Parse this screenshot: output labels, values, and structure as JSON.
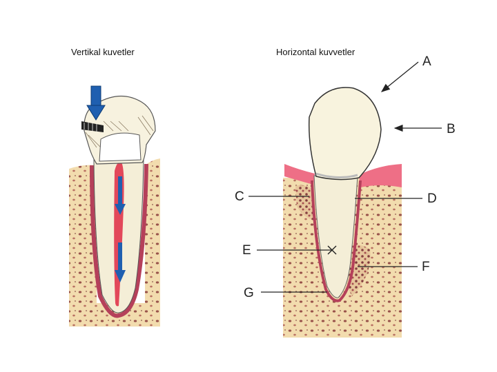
{
  "titles": {
    "left": "Vertikal kuvetler",
    "right": "Horizontal kuvvetler"
  },
  "labels": {
    "A": "A",
    "B": "B",
    "C": "C",
    "D": "D",
    "E": "E",
    "F": "F",
    "G": "G"
  },
  "colors": {
    "bone": "#f2dcae",
    "gingiva": "#ee6f86",
    "pdl": "#b5405a",
    "pulp": "#e2485a",
    "force_arrow": "#1f5fb0",
    "dentin": "#f4eed7",
    "enamel": "#f7f2df"
  },
  "icons": {
    "marker_E": "x-mark-icon"
  }
}
